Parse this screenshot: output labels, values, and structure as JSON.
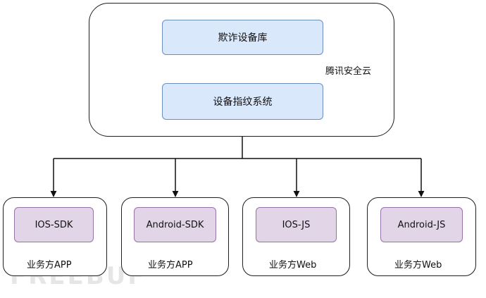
{
  "cloud": {
    "label": "腾讯安全云",
    "fraud_db": "欺诈设备库",
    "fingerprint_system": "设备指纹系统"
  },
  "clients": [
    {
      "module": "IOS-SDK",
      "caption": "业务方APP"
    },
    {
      "module": "Android-SDK",
      "caption": "业务方APP"
    },
    {
      "module": "IOS-JS",
      "caption": "业务方Web"
    },
    {
      "module": "Android-JS",
      "caption": "业务方Web"
    }
  ],
  "watermark": "FREEBUF",
  "colors": {
    "blue_fill": "#dae8fc",
    "blue_stroke": "#6c8ebf",
    "purple_fill": "#e1d5e7",
    "purple_stroke": "#9673a6"
  }
}
